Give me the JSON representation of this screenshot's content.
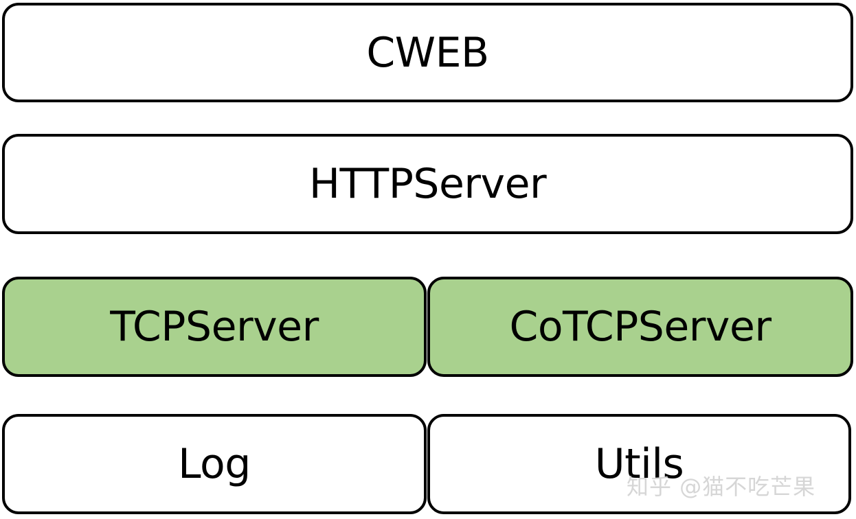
{
  "diagram": {
    "layers": [
      {
        "label": "CWEB",
        "fill": "#ffffff"
      },
      {
        "label": "HTTPServer",
        "fill": "#ffffff"
      }
    ],
    "tcp_row": [
      {
        "label": "TCPServer",
        "fill": "#a9d18e"
      },
      {
        "label": "CoTCPServer",
        "fill": "#a9d18e"
      }
    ],
    "base_row": [
      {
        "label": "Log",
        "fill": "#ffffff"
      },
      {
        "label": "Utils",
        "fill": "#ffffff"
      }
    ]
  },
  "watermark": "知乎 @猫不吃芒果"
}
